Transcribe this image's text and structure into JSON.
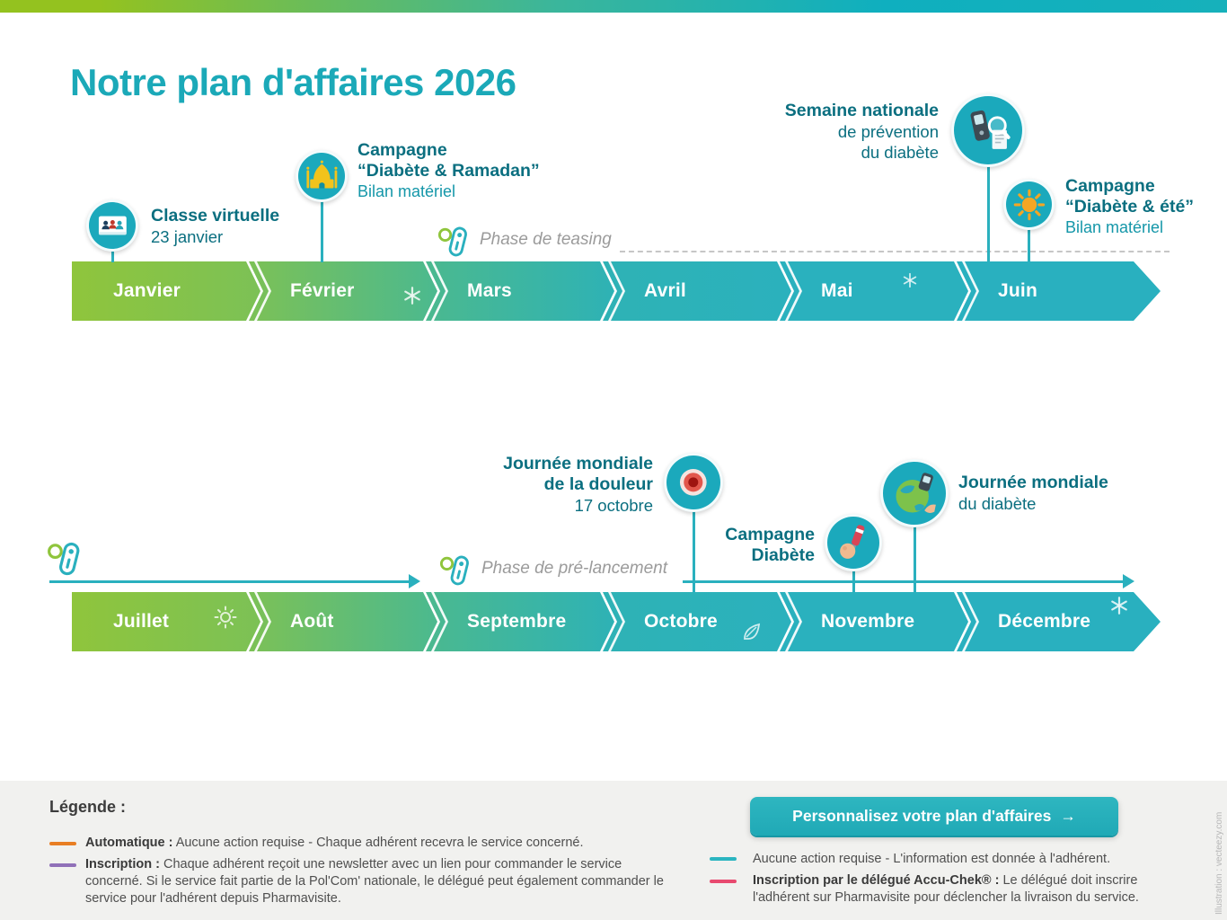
{
  "header": {
    "title": "Notre plan d'affaires 2026"
  },
  "timeline_h1": {
    "months": [
      "Janvier",
      "Février",
      "Mars",
      "Avril",
      "Mai",
      "Juin"
    ],
    "phase": "Phase de teasing",
    "events": {
      "classe": {
        "l1": "Classe virtuelle",
        "l2": "23 janvier"
      },
      "ramadan": {
        "l1": "Campagne",
        "l2": "“Diabète & Ramadan”",
        "l3": "Bilan matériel"
      },
      "semaine": {
        "l1": "Semaine nationale",
        "l2": "de prévention",
        "l3": "du diabète"
      },
      "ete": {
        "l1": "Campagne",
        "l2": "“Diabète & été”",
        "l3": "Bilan matériel"
      }
    }
  },
  "timeline_h2": {
    "months": [
      "Juillet",
      "Août",
      "Septembre",
      "Octobre",
      "Novembre",
      "Décembre"
    ],
    "phase": "Phase de pré-lancement",
    "events": {
      "douleur": {
        "l1": "Journée mondiale",
        "l2": "de la douleur",
        "l3": "17 octobre"
      },
      "campagne": {
        "l1": "Campagne",
        "l2": "Diabète"
      },
      "mondiale": {
        "l1": "Journée mondiale",
        "l2": "du diabète"
      }
    }
  },
  "legend": {
    "heading": "Légende :",
    "left": [
      {
        "bold": "Automatique :",
        "text": " Aucune action requise - Chaque adhérent recevra le service concerné."
      },
      {
        "bold": "Inscription :",
        "text": " Chaque adhérent reçoit une newsletter avec un lien pour commander le service concerné. Si le service fait partie de la Pol'Com' nationale, le délégué peut également commander le service pour l'adhérent depuis Pharmavisite."
      }
    ],
    "right": [
      {
        "bold": "",
        "text": "Aucune action requise - L'information est donnée à l'adhérent."
      },
      {
        "bold": "Inscription par le délégué Accu-Chek® :",
        "text": " Le délégué doit inscrire l'adhérent sur Pharmavisite pour déclencher la livraison du service."
      }
    ],
    "button": {
      "label": "Personnalisez votre plan d'affaires",
      "arrow": "→"
    }
  },
  "credit": "Illustration : vecteezy.com",
  "colors": {
    "teal": "#1BA9B8",
    "green": "#8FC53C",
    "orange": "#E87E23",
    "purple": "#9070B8",
    "legend_teal": "#2BB5C0",
    "pink": "#E84A6F"
  }
}
